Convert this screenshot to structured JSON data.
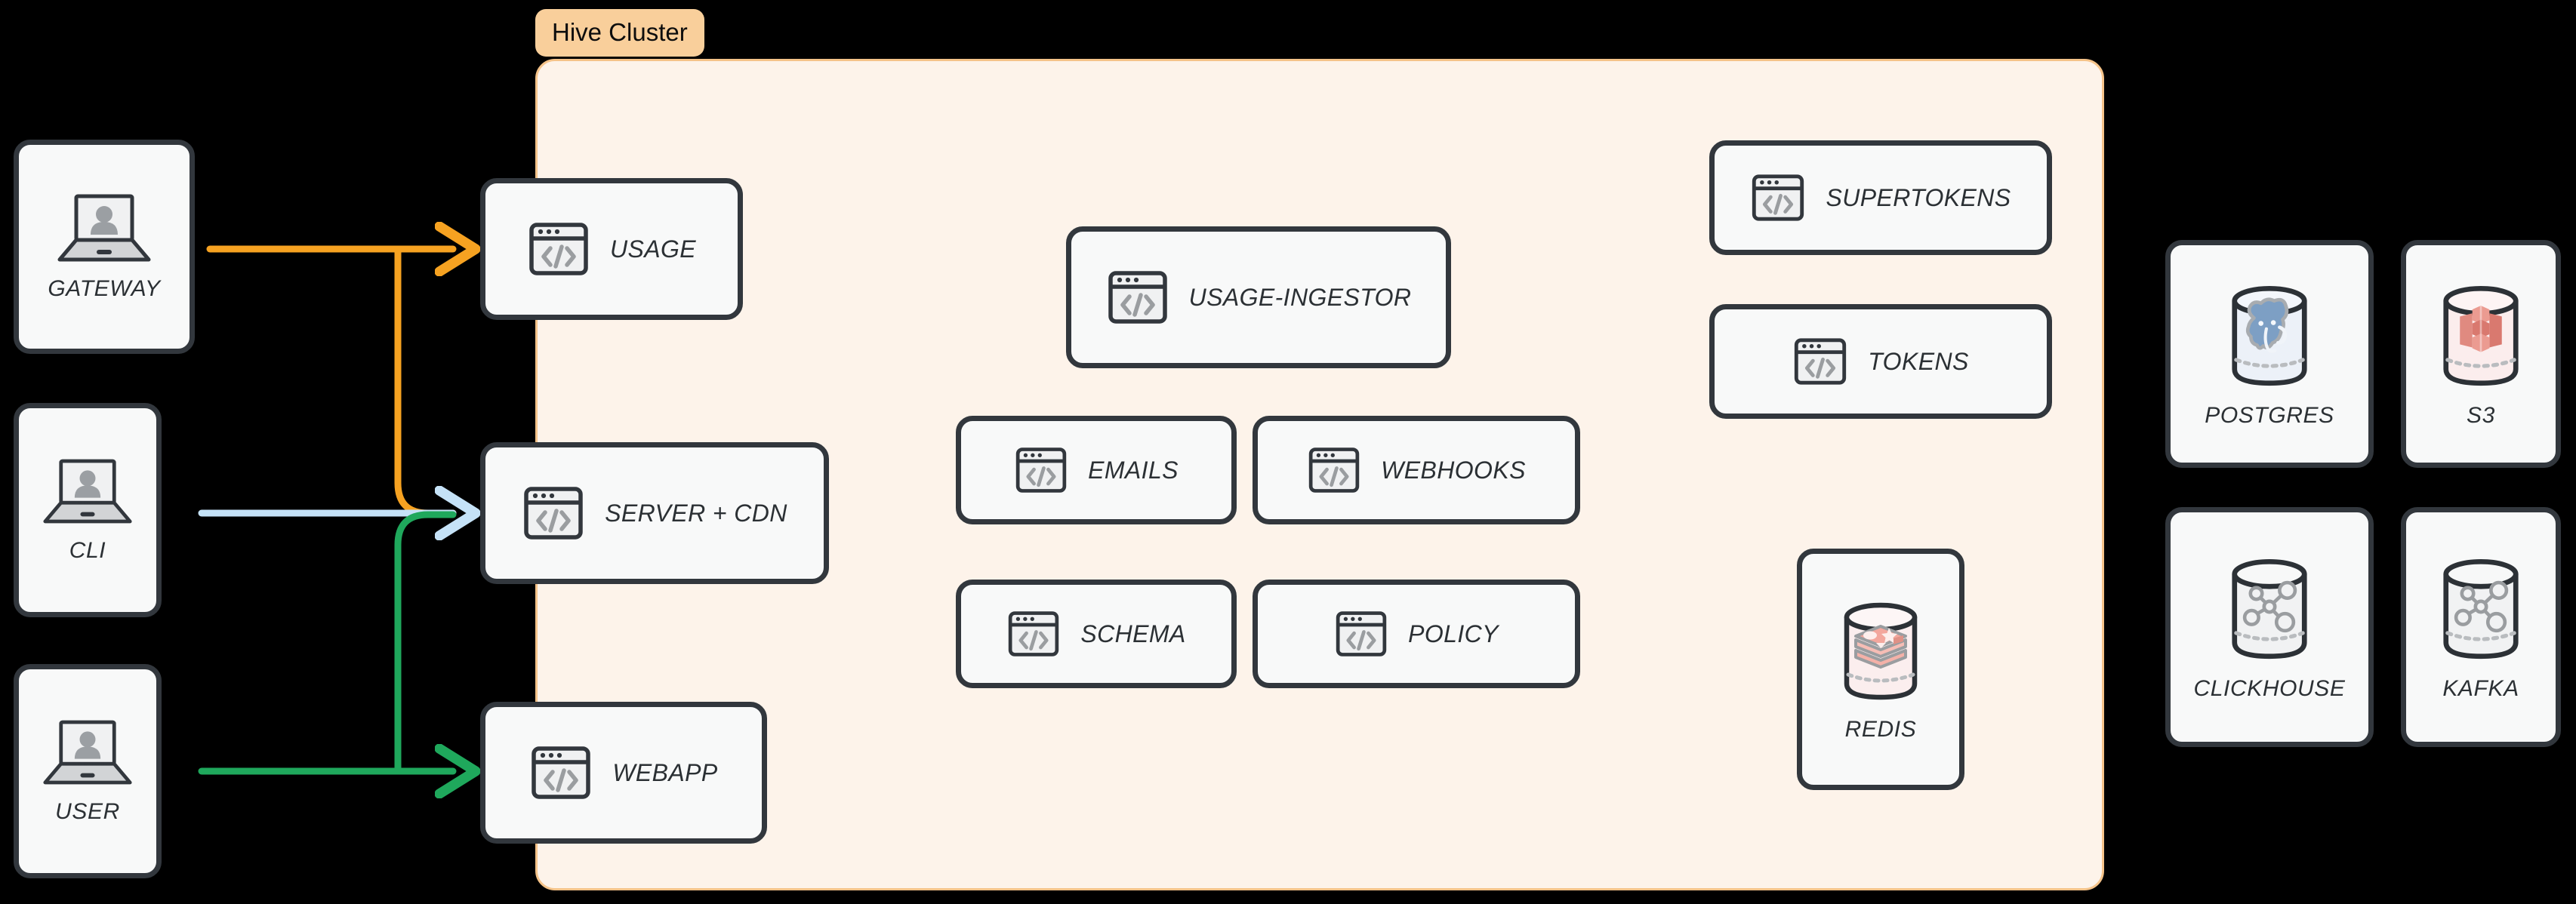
{
  "diagram": {
    "title": "Hive Cluster architecture",
    "background_color": "#000000"
  },
  "colors": {
    "cluster_fill": "#fdf3ea",
    "cluster_border": "#f5c389",
    "badge_fill": "#f9cf9b",
    "node_fill": "#f8f9f9",
    "node_border": "#32373d",
    "gateway_flow": "#f6a221",
    "cli_flow": "#c5e2f7",
    "user_flow": "#1fa85c",
    "postgres_accent": "#7a9cc0",
    "s3_accent": "#e08a80",
    "redis_accent": "#f0a59c",
    "generic_db_accent": "#9aa0a3"
  },
  "cluster": {
    "badge_label": "Hive Cluster"
  },
  "clients": [
    {
      "id": "gateway",
      "label": "GATEWAY",
      "icon": "laptop-user-icon"
    },
    {
      "id": "cli",
      "label": "CLI",
      "icon": "laptop-user-icon"
    },
    {
      "id": "user",
      "label": "USER",
      "icon": "laptop-user-icon"
    }
  ],
  "edge_services": [
    {
      "id": "usage",
      "label": "USAGE",
      "icon": "code-window-icon"
    },
    {
      "id": "server-cdn",
      "label": "SERVER + CDN",
      "icon": "code-window-icon"
    },
    {
      "id": "webapp",
      "label": "WEBAPP",
      "icon": "code-window-icon"
    }
  ],
  "cluster_services": [
    {
      "id": "usage-ingestor",
      "label": "USAGE-INGESTOR",
      "icon": "code-window-icon"
    },
    {
      "id": "emails",
      "label": "EMAILS",
      "icon": "code-window-icon"
    },
    {
      "id": "webhooks",
      "label": "WEBHOOKS",
      "icon": "code-window-icon"
    },
    {
      "id": "schema",
      "label": "SCHEMA",
      "icon": "code-window-icon"
    },
    {
      "id": "policy",
      "label": "POLICY",
      "icon": "code-window-icon"
    },
    {
      "id": "supertokens",
      "label": "SUPERTOKENS",
      "icon": "code-window-icon"
    },
    {
      "id": "tokens",
      "label": "TOKENS",
      "icon": "code-window-icon"
    }
  ],
  "cluster_datastores": [
    {
      "id": "redis",
      "label": "REDIS",
      "icon": "redis-database-icon"
    }
  ],
  "external_datastores": [
    {
      "id": "postgres",
      "label": "POSTGRES",
      "icon": "postgres-database-icon"
    },
    {
      "id": "s3",
      "label": "S3",
      "icon": "s3-bucket-icon"
    },
    {
      "id": "clickhouse",
      "label": "CLICKHOUSE",
      "icon": "graph-database-icon"
    },
    {
      "id": "kafka",
      "label": "KAFKA",
      "icon": "graph-database-icon"
    }
  ],
  "connections": [
    {
      "id": "gateway-usage",
      "from": "GATEWAY",
      "to": "USAGE",
      "color": "#f6a221"
    },
    {
      "id": "gateway-server-cdn",
      "from": "GATEWAY",
      "to": "SERVER + CDN",
      "color": "#f6a221"
    },
    {
      "id": "cli-server-cdn",
      "from": "CLI",
      "to": "SERVER + CDN",
      "color": "#c5e2f7"
    },
    {
      "id": "user-webapp",
      "from": "USER",
      "to": "WEBAPP",
      "color": "#1fa85c"
    },
    {
      "id": "user-server-cdn",
      "from": "USER",
      "to": "SERVER + CDN",
      "color": "#1fa85c"
    }
  ]
}
